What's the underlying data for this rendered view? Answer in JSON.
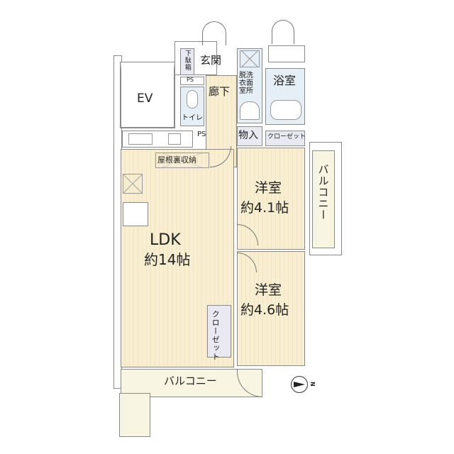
{
  "floorplan": {
    "rooms": {
      "ev": {
        "label": "EV"
      },
      "shoe_box": {
        "label": "下駄箱"
      },
      "entrance": {
        "label": "玄関"
      },
      "ps_top": {
        "label": "PS"
      },
      "corridor": {
        "label": "廊下"
      },
      "toilet": {
        "label": "トイレ"
      },
      "washroom": {
        "label": "脱洗衣面室所"
      },
      "bathroom": {
        "label": "浴室"
      },
      "ps_side": {
        "label": "PS"
      },
      "storage": {
        "label": "物入"
      },
      "closet_top": {
        "label": "クローゼット"
      },
      "attic_storage": {
        "label": "屋根裏収納"
      },
      "ldk": {
        "label": "LDK",
        "size": "約14帖"
      },
      "western1": {
        "label": "洋室",
        "size": "約4.1帖"
      },
      "western2": {
        "label": "洋室",
        "size": "約4.6帖"
      },
      "closet_side": {
        "label": "クローゼット"
      },
      "balcony_east": {
        "label": "バルコニー"
      },
      "balcony_south": {
        "label": "バルコニー"
      }
    },
    "compass": {
      "label": "N",
      "direction": "east"
    },
    "colors": {
      "wall": "#8a8a8a",
      "floor": "#f7eed3",
      "wet_area": "#e6eef6",
      "storage": "#e9e9f2",
      "balcony": "#f8f6e3"
    }
  }
}
